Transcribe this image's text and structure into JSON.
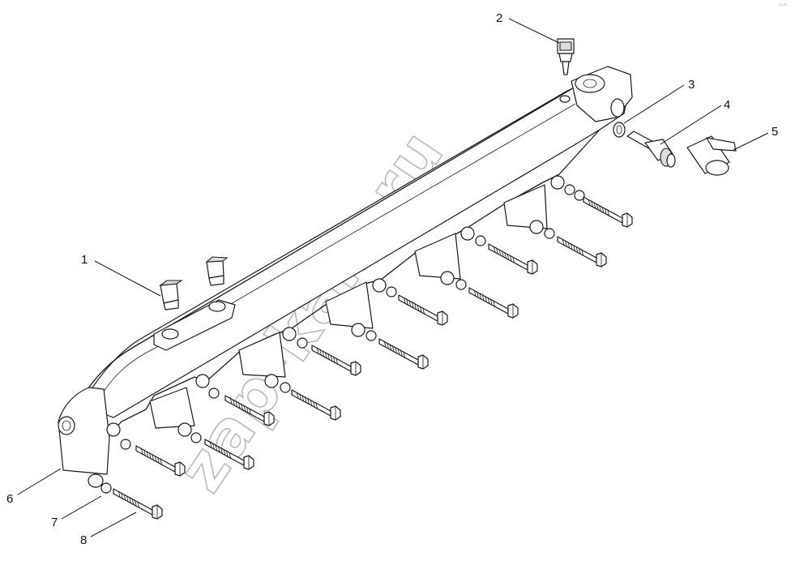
{
  "diagram": {
    "callouts": [
      "1",
      "2",
      "3",
      "4",
      "5",
      "6",
      "7",
      "8"
    ],
    "watermark": "zap-kam.ru",
    "corner_mark": "ᵖᵘᵃ"
  },
  "colors": {
    "line": "#1a1a1a",
    "fill_light": "#dcdcdc",
    "watermark": "#b9b9b9",
    "background": "#ffffff"
  }
}
